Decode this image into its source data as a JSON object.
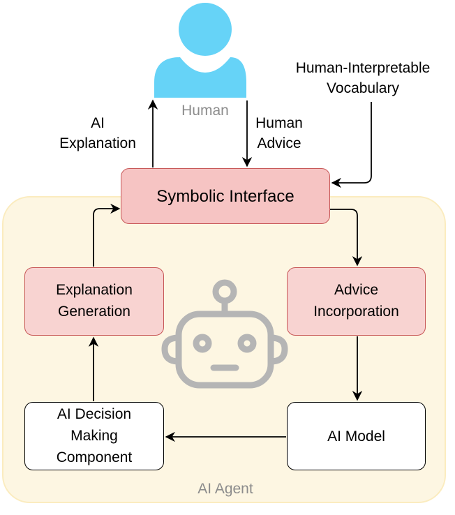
{
  "nodes": {
    "human": {
      "label": "Human"
    },
    "symbolic_interface": {
      "label": "Symbolic Interface"
    },
    "explanation_generation": {
      "label_lines": [
        "Explanation",
        "Generation"
      ]
    },
    "advice_incorporation": {
      "label_lines": [
        "Advice",
        "Incorporation"
      ]
    },
    "ai_decision_making": {
      "label_lines": [
        "AI Decision",
        "Making",
        "Component"
      ]
    },
    "ai_model": {
      "label": "AI Model"
    },
    "ai_agent": {
      "label": "AI Agent"
    }
  },
  "edge_labels": {
    "ai_explanation": [
      "AI",
      "Explanation"
    ],
    "human_advice": [
      "Human",
      "Advice"
    ],
    "vocabulary": [
      "Human-Interpretable",
      "Vocabulary"
    ]
  },
  "colors": {
    "human_fill": "#66d3f7",
    "agent_region_fill": "#fdf6e2",
    "agent_region_border": "#fbecbf",
    "red_box_fill": "#f8d3d1",
    "red_box_border": "#c75656",
    "robot_icon": "#b5b5b5"
  },
  "icons": {
    "human": "person-icon",
    "agent": "robot-icon"
  }
}
